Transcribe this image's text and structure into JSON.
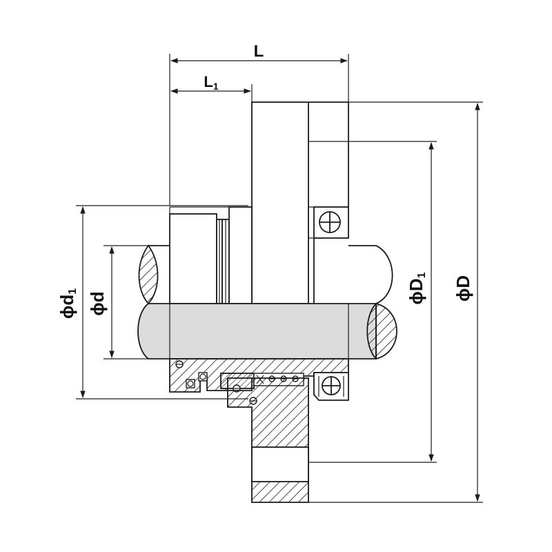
{
  "drawing": {
    "dimensions": {
      "L": "L",
      "L1": {
        "base": "L",
        "sub": "1"
      },
      "d": {
        "prefix": "ϕ",
        "base": "d",
        "sub": ""
      },
      "d1": {
        "prefix": "ϕ",
        "base": "d",
        "sub": "1"
      },
      "D": {
        "prefix": "ϕ",
        "base": "D",
        "sub": ""
      },
      "D1": {
        "prefix": "ϕ",
        "base": "D",
        "sub": "1"
      }
    },
    "colors": {
      "line": "#1a1a1a",
      "shaft_fill": "#dcdcdc",
      "hatch": "#1a1a1a",
      "background": "#ffffff"
    }
  }
}
